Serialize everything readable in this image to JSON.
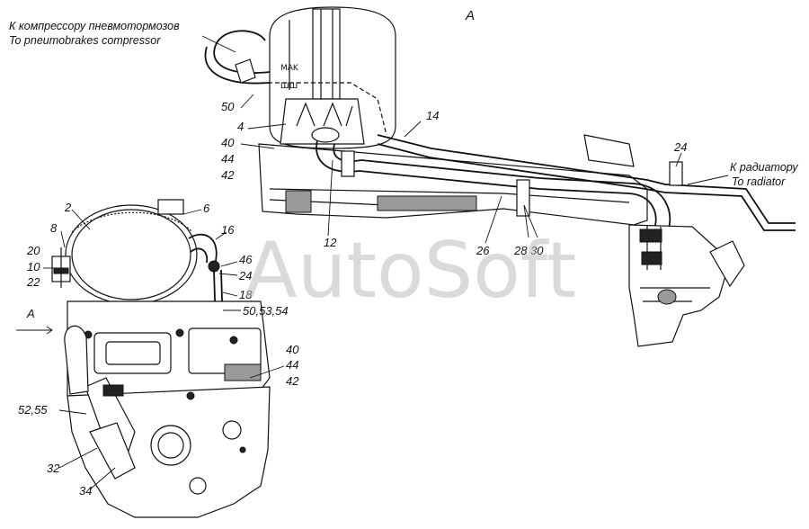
{
  "view_title": "А",
  "notes": {
    "compressor_ru": "К компрессору пневмотормозов",
    "compressor_en": "To pneumobrakes compressor",
    "radiator_ru": "К радиатору",
    "radiator_en": "To radiator"
  },
  "view_arrow_label": "А",
  "callouts": {
    "c50_top": "50",
    "c4": "4",
    "c40_top": "40",
    "c44_top": "44",
    "c42_top": "42",
    "c14": "14",
    "c24_right": "24",
    "c12": "12",
    "c26": "26",
    "c28_30": "28 30",
    "c2": "2",
    "c6": "6",
    "c8": "8",
    "c16": "16",
    "c20": "20",
    "c10": "10",
    "c22": "22",
    "c46": "46",
    "c24_left": "24",
    "c18": "18",
    "c50_53_54": "50,53,54",
    "c40_low": "40",
    "c44_low": "44",
    "c42_low": "42",
    "c52_55": "52,55",
    "c32": "32",
    "c34": "34"
  },
  "watermark": "AutoSoft"
}
